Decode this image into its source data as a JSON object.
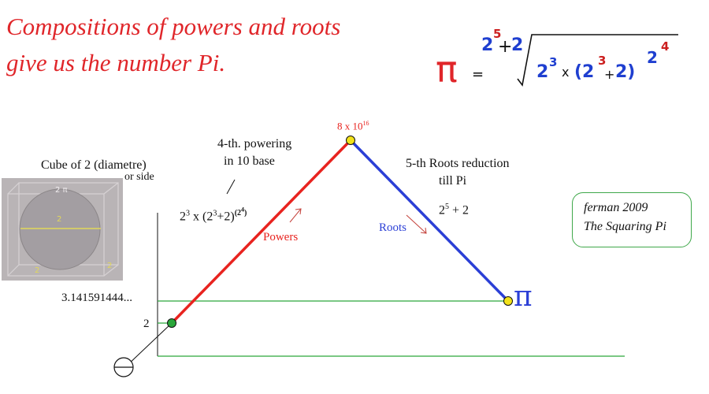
{
  "heading": {
    "line1": "Compositions of powers and roots",
    "line2": "give us the number Pi."
  },
  "formula": {
    "pi_symbol": "π",
    "equals": "=",
    "root_index_base": "2",
    "root_index_exp": "5",
    "root_index_plus": "+",
    "root_index_add": "2",
    "radicand_base": "2",
    "radicand_exp": "3",
    "times": "x",
    "inner_open": "(2",
    "inner_exp": "3",
    "inner_plus": "+",
    "inner_close": "2)",
    "outer_base": "2",
    "outer_exp": "4"
  },
  "diagram": {
    "cube_caption": "Cube of 2 (diametre)",
    "cube_subcaption": "or side",
    "cube_labels": {
      "top": "2 π",
      "middle": "2",
      "bottom_left": "2",
      "right": "2"
    },
    "powering_label_1": "4-th. powering",
    "powering_label_2": "in 10 base",
    "powering_expr": {
      "base": "2",
      "exp": "3",
      "mid": " x (2",
      "exp2": "3",
      "tail": "+2)",
      "exp_outer": "(2",
      "exp_outer_exp": "4",
      "exp_outer_close": ")"
    },
    "peak_label": {
      "mantissa": "8 x 10",
      "exp": "16"
    },
    "roots_label_1": "5-th  Roots reduction",
    "roots_label_2": "till Pi",
    "roots_expr": {
      "base": "2",
      "exp": "5",
      "tail": " + 2"
    },
    "powers_line_label": "Powers",
    "roots_line_label": "Roots",
    "pi_value": "3.141591444...",
    "start_value": "2",
    "end_symbol": "π",
    "colors": {
      "powers": "#e8231f",
      "roots": "#2b3fd6",
      "green": "#2aa63a",
      "point_yellow": "#f2e21a",
      "point_green": "#2aa63a"
    }
  },
  "credit": {
    "line1": "ferman 2009",
    "line2": "The Squaring Pi"
  }
}
